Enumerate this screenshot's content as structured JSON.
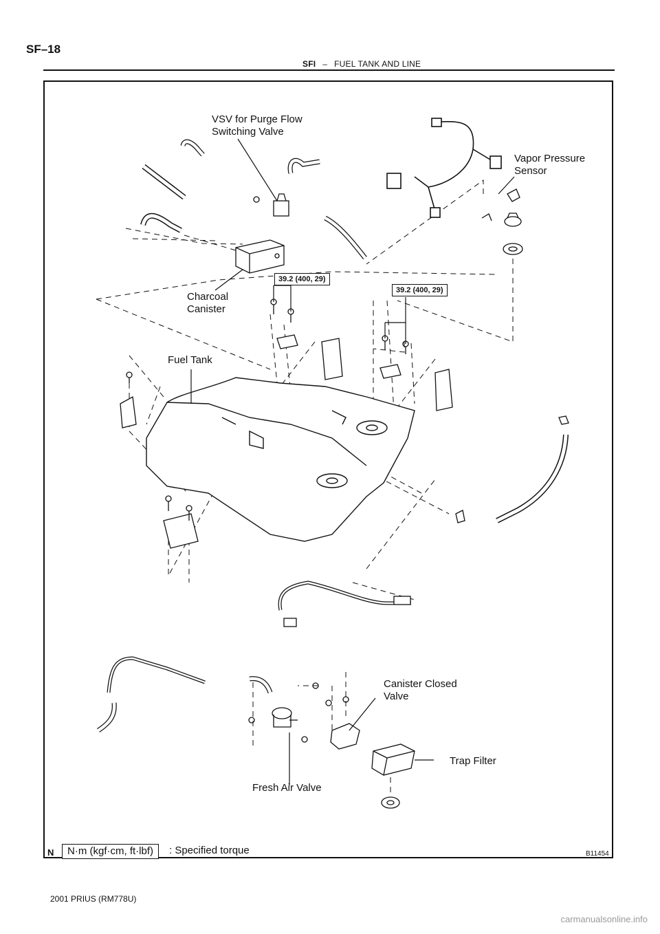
{
  "header": {
    "page_number": "SF–18",
    "section": "SFI",
    "separator": "–",
    "title": "FUEL TANK AND LINE"
  },
  "labels": {
    "vsv_line1": "VSV for Purge Flow",
    "vsv_line2": "Switching Valve",
    "vapor_line1": "Vapor Pressure",
    "vapor_line2": "Sensor",
    "charcoal_line1": "Charcoal",
    "charcoal_line2": "Canister",
    "fuel_tank": "Fuel Tank",
    "canister_closed_line1": "Canister Closed",
    "canister_closed_line2": "Valve",
    "trap_filter": "Trap Filter",
    "fresh_air_valve": "Fresh Air Valve"
  },
  "torque_specs": [
    "39.2 (400, 29)",
    "39.2 (400, 29)"
  ],
  "legend": {
    "unit_box": "N·m (kgf·cm, ft·lbf)",
    "description": ": Specified torque",
    "north_mark": "N"
  },
  "figure_code": "B11454",
  "footer": "2001 PRIUS   (RM778U)",
  "watermark": "carmanualsonline.info"
}
